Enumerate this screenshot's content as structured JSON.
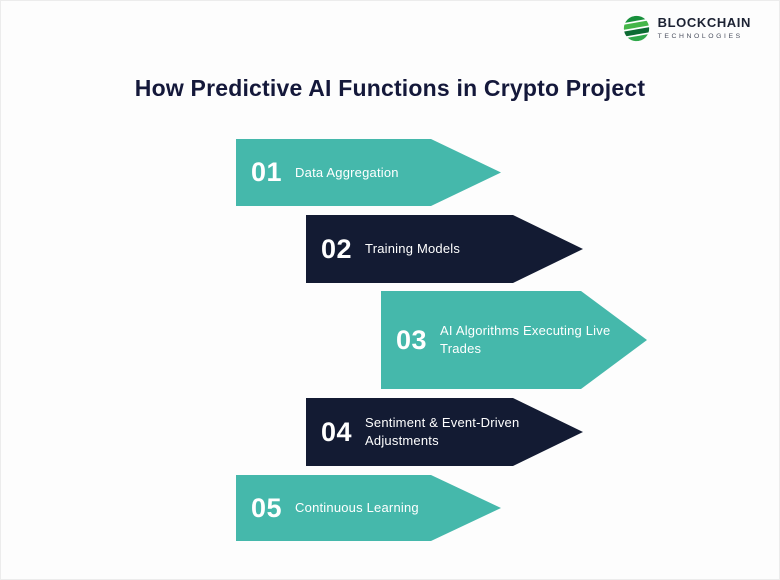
{
  "brand": {
    "name_top": "BLOCKCHAIN",
    "name_bottom": "TECHNOLOGIES"
  },
  "title": "How Predictive AI Functions in Crypto Project",
  "colors": {
    "teal": "#45b8ab",
    "navy": "#131b33",
    "heading": "#14183a",
    "step_text": "#ffffff",
    "logo_green_1": "#18903c",
    "logo_green_2": "#45b649",
    "logo_green_3": "#0c6b33",
    "logo_green_4": "#2fa84a"
  },
  "steps": [
    {
      "number": "01",
      "label": "Data Aggregation",
      "color": "teal"
    },
    {
      "number": "02",
      "label": "Training Models",
      "color": "navy"
    },
    {
      "number": "03",
      "label": "AI Algorithms Executing Live Trades",
      "color": "teal"
    },
    {
      "number": "04",
      "label": "Sentiment & Event-Driven Adjustments",
      "color": "navy"
    },
    {
      "number": "05",
      "label": "Continuous Learning",
      "color": "teal"
    }
  ]
}
